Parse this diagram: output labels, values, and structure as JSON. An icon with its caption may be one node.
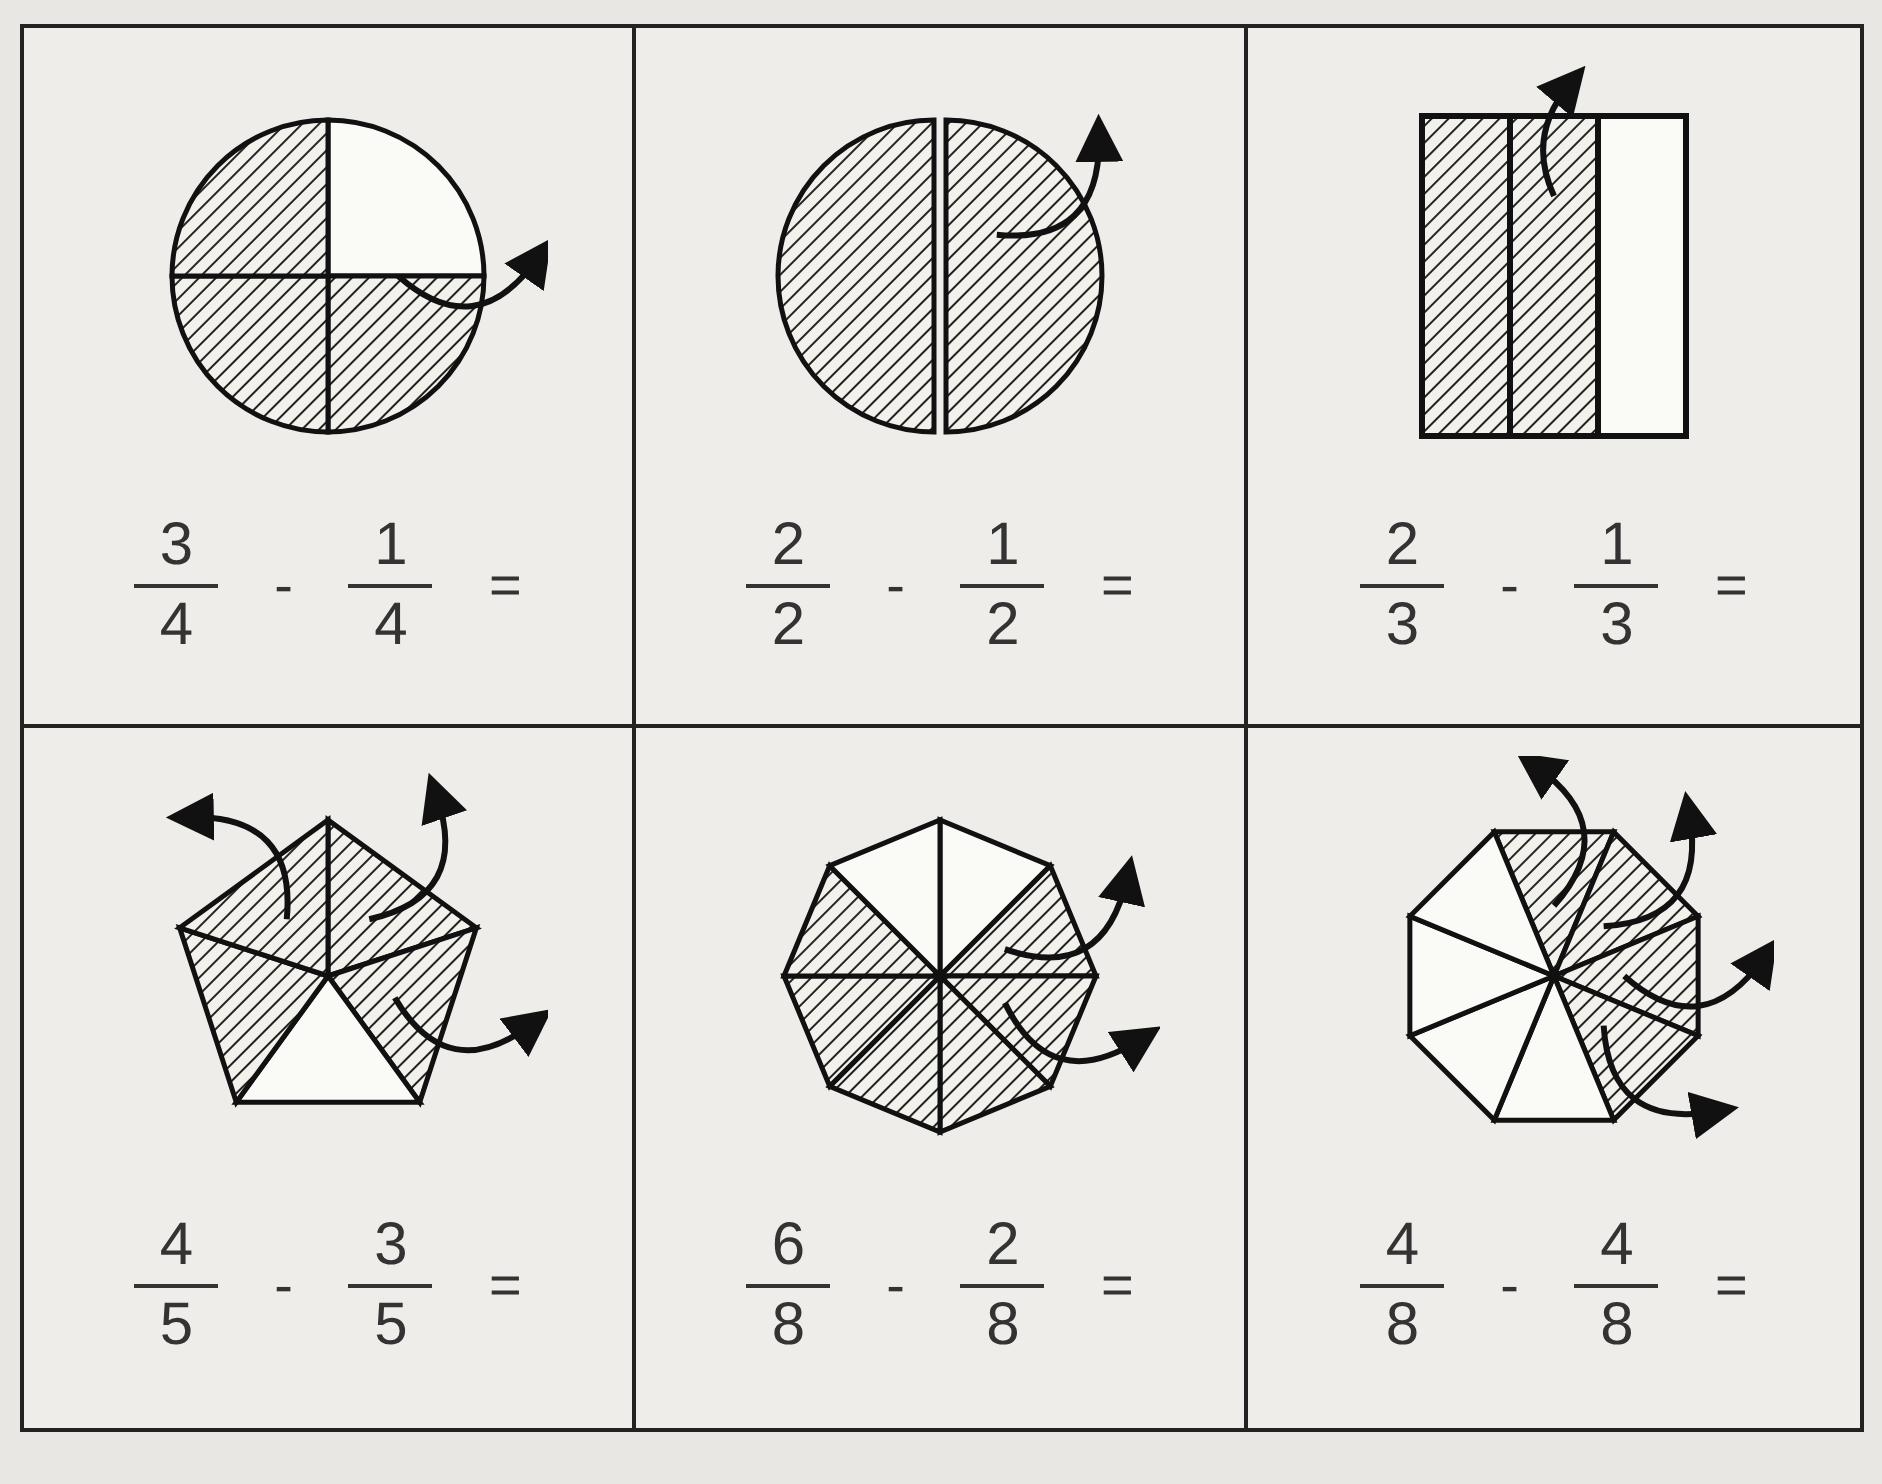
{
  "diagram": {
    "nodes": [
      {
        "text": [
          "3",
          "4",
          "-",
          "1",
          "4",
          "="
        ]
      },
      {
        "text": [
          "2",
          "2",
          "-",
          "1",
          "2",
          "="
        ]
      },
      {
        "text": [
          "2",
          "3",
          "-",
          "1",
          "3",
          "="
        ]
      },
      {
        "text": [
          "4",
          "5",
          "-",
          "3",
          "5",
          "="
        ]
      },
      {
        "text": [
          "6",
          "8",
          "-",
          "2",
          "8",
          "="
        ]
      },
      {
        "text": [
          "4",
          "8",
          "-",
          "4",
          "8",
          "="
        ]
      }
    ]
  }
}
